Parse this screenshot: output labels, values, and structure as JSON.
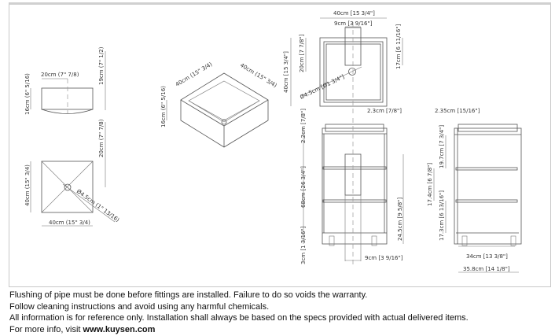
{
  "drawing": {
    "sink_side": {
      "width": "20cm (7\" 7/8)",
      "height": "16cm (6\" 5/16)",
      "total": "19cm (7\" 1/2)"
    },
    "sink_top": {
      "side": "40cm (15\" 3/4)",
      "bottom": "40cm (15\" 3/4)",
      "drain_offset": "20cm (7\" 7/8)",
      "drain": "Ø4.5cm (1\" 13/16)"
    },
    "sink_iso": {
      "left": "40cm (15\" 3/4)",
      "right": "40cm (15\" 3/4)",
      "height": "16cm (6\" 5/16)"
    },
    "cabinet_top": {
      "width": "40cm [15 3/4\"]",
      "pipe": "9cm [3 9/16\"]",
      "depth": "40cm [15 3/4\"]",
      "drain_offset": "20cm [7 7/8\"]",
      "drain": "Ø4.5cm [Ø1 3/4\"]",
      "back": "17cm [6 11/16\"]"
    },
    "cabinet_front": {
      "edge": "2.3cm [7/8\"]",
      "top": "2.2cm [7/8\"]",
      "height": "68cm [26 3/4\"]",
      "base": "3cm [1 3/16\"]",
      "pipe_h": "24.5cm [9 5/8\"]",
      "pipe_w": "9cm [3 9/16\"]"
    },
    "cabinet_side": {
      "edge": "2.35cm [15/16\"]",
      "shelf1": "19.7cm [7 3/4\"]",
      "shelf2": "17.4cm [6 7/8\"]",
      "shelf3": "17.3cm [6 13/16\"]",
      "inner": "34cm [13 3/8\"]",
      "outer": "35.8cm [14 1/8\"]"
    }
  },
  "notes": {
    "line1": "Flushing of pipe must be done before fittings are installed. Failure to do so voids the warranty.",
    "line2": "Follow cleaning instructions and avoid using any harmful chemicals.",
    "line3": "All information is for reference only. Installation shall always be based on the specs provided with actual delivered items.",
    "line4_prefix": "For more info, visit ",
    "website": "www.kuysen.com"
  }
}
